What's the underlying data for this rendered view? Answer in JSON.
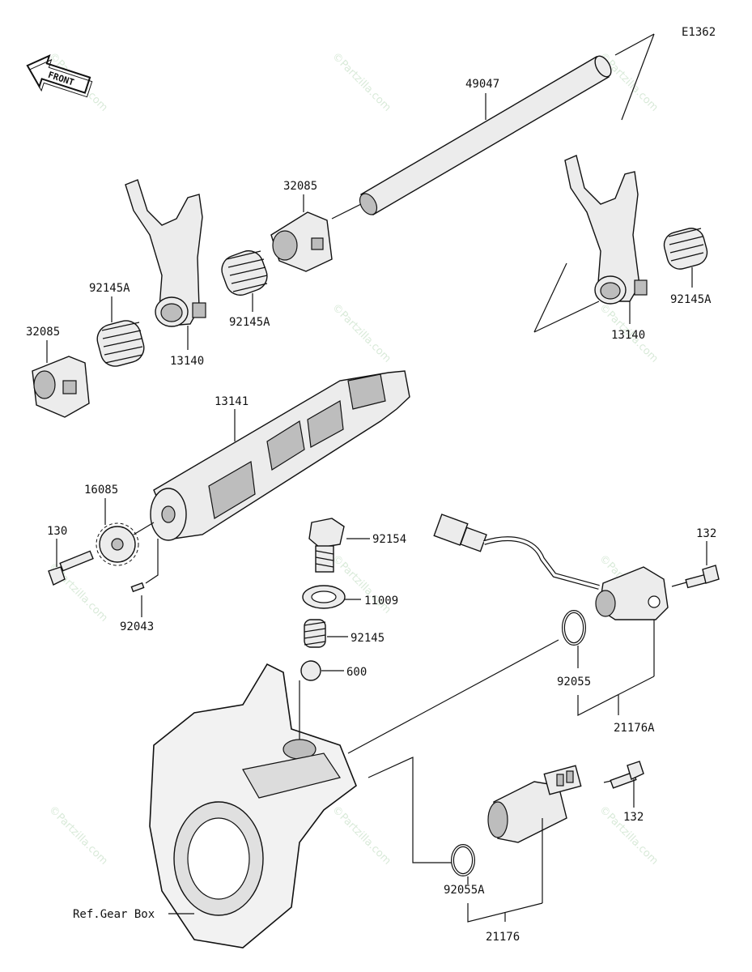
{
  "diagram_code": "E1362",
  "front_label": "FRONT",
  "watermark": "©Partzilla.com",
  "ref_label": "Ref.Gear Box",
  "parts": {
    "shaft": "49047",
    "holder_top": "32085",
    "holder_left": "32085",
    "spring_left_upper": "92145A",
    "spring_left_lower": "92145A",
    "spring_right": "92145A",
    "fork_left": "13140",
    "fork_right": "13140",
    "drum": "13141",
    "gear": "16085",
    "bolt_left": "130",
    "pin": "92043",
    "plug": "92154",
    "washer": "11009",
    "spring_detent": "92145",
    "ball": "600",
    "bolt_right_upper": "132",
    "bolt_right_lower": "132",
    "oring_upper": "92055",
    "sensor_upper": "21176A",
    "oring_lower": "92055A",
    "sensor_lower": "21176"
  }
}
